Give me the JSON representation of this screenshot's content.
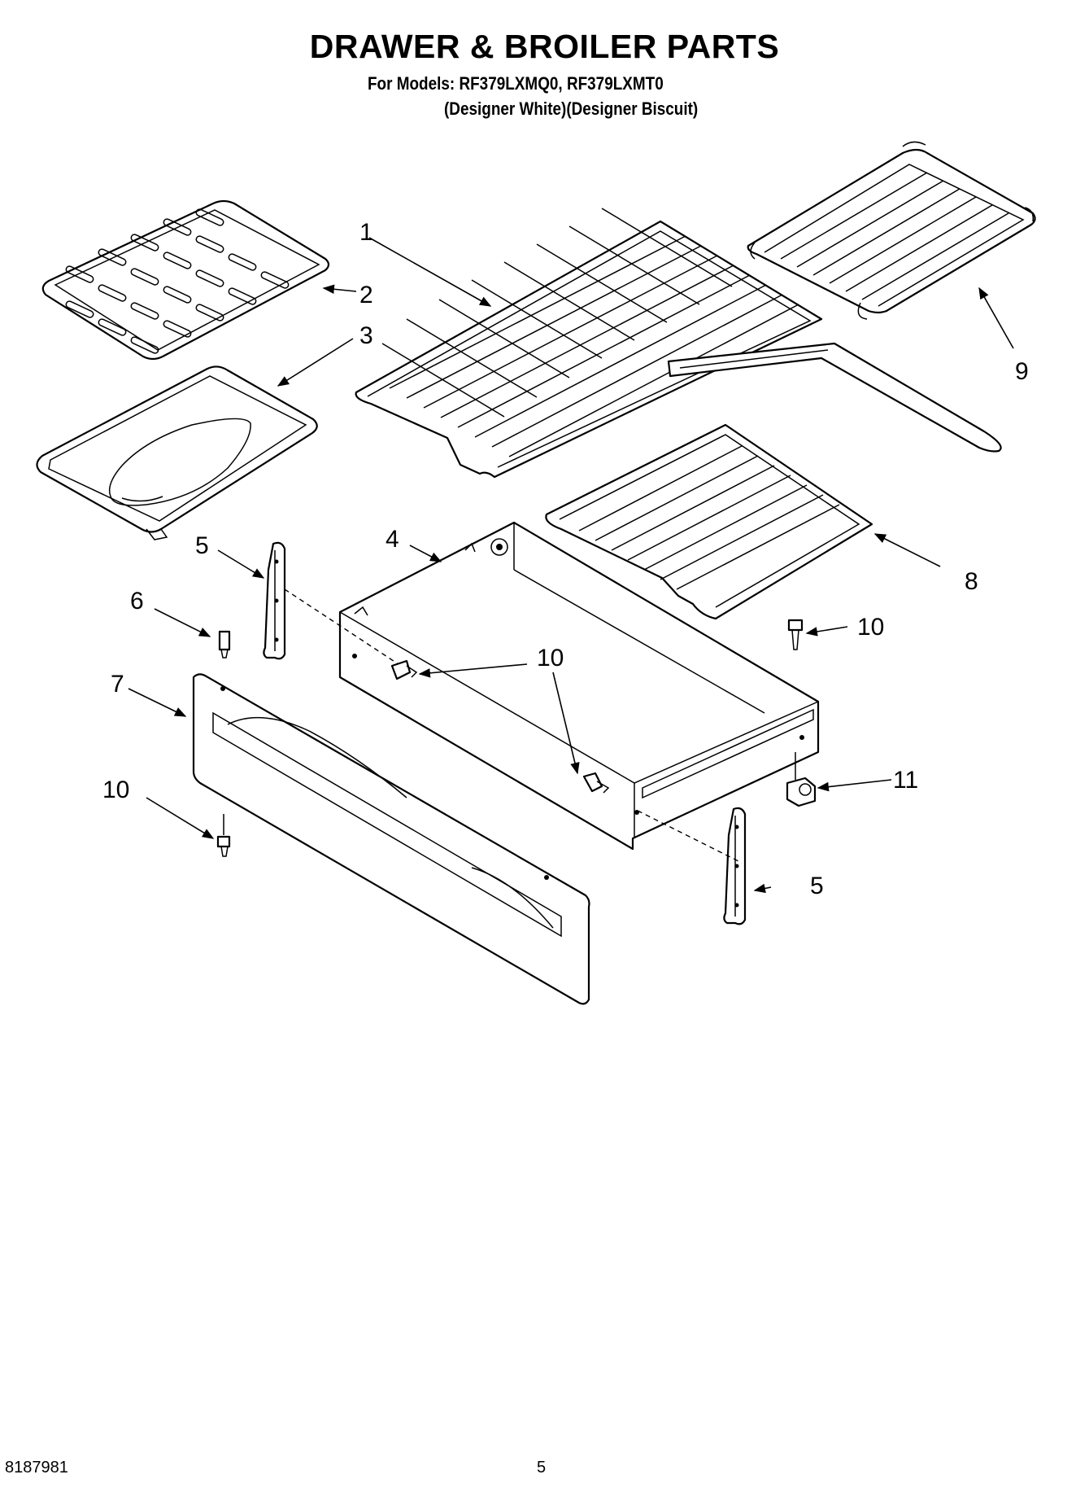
{
  "header": {
    "title": "DRAWER & BROILER PARTS",
    "models_line": "For Models: RF379LXMQ0, RF379LXMT0",
    "variants_line": "(Designer White)(Designer Biscuit)"
  },
  "callouts": {
    "c1": "1",
    "c2": "2",
    "c3": "3",
    "c4": "4",
    "c5a": "5",
    "c5b": "5",
    "c6": "6",
    "c7": "7",
    "c8": "8",
    "c9": "9",
    "c10a": "10",
    "c10b": "10",
    "c10c": "10",
    "c10d": "10",
    "c11": "11"
  },
  "footer": {
    "part_number": "8187981",
    "page_number": "5"
  }
}
